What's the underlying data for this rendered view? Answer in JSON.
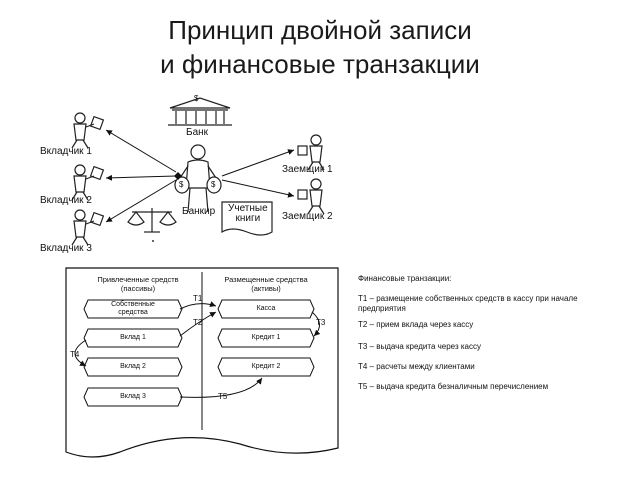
{
  "title": {
    "line1": "Принцип двойной записи",
    "line2": "и финансовые транзакции"
  },
  "top_diagram": {
    "bank": "Банк",
    "depositors": [
      "Вкладчик 1",
      "Вкладчик 2",
      "Вкладчик 3"
    ],
    "borrowers": [
      "Заемщик 1",
      "Заемщик 2"
    ],
    "banker": "Банкир",
    "books": "Учетные\nкниги",
    "dollar": "$"
  },
  "balance": {
    "liabilities_header": "Привлеченные средств\n(пассивы)",
    "assets_header": "Размещенные средства\n(активы)",
    "liabilities": [
      "Собственные\nсредства",
      "Вклад 1",
      "Вклад 2",
      "Вклад 3"
    ],
    "assets": [
      "Касса",
      "Кредит 1",
      "Кредит 2"
    ],
    "transactions": [
      "T1",
      "T2",
      "T3",
      "T4",
      "T5"
    ]
  },
  "legend": {
    "title": "Финансовые транзакции:",
    "items": [
      "T1 – размещение собственных средств в кассу при начале предприятия",
      "T2 – прием вклада через кассу",
      "T3 – выдача кредита через кассу",
      "T4 – расчеты между клиентами",
      "T5 – выдача кредита безналичным перечислением"
    ]
  }
}
